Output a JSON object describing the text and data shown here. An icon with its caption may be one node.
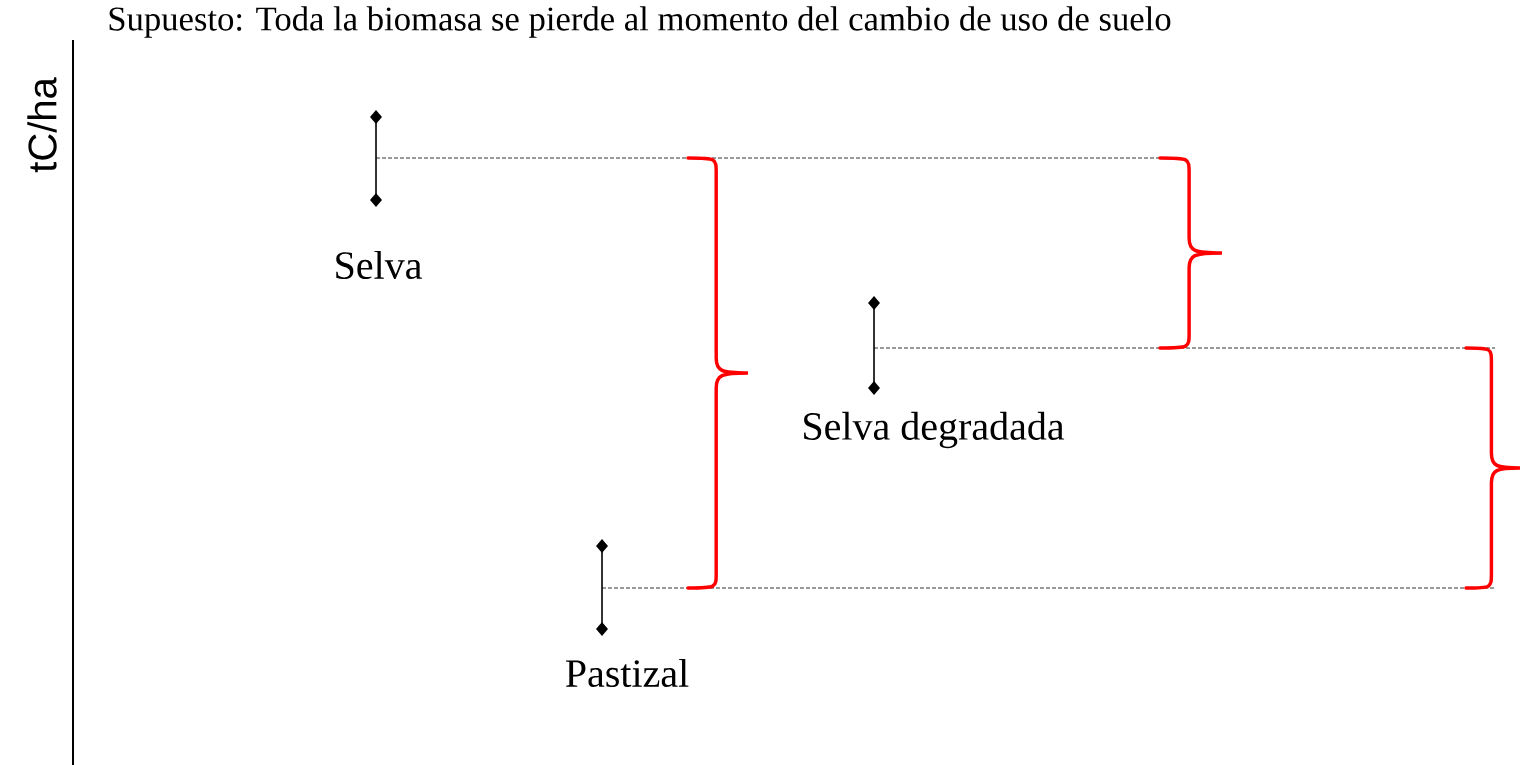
{
  "diagram": {
    "title": "Supuesto: Toda la biomasa se pierde al momento del cambio de uso de suelo",
    "labels": [
      "tC/ha",
      "Selva",
      "Selva degradada",
      "Pastizal"
    ]
  }
}
